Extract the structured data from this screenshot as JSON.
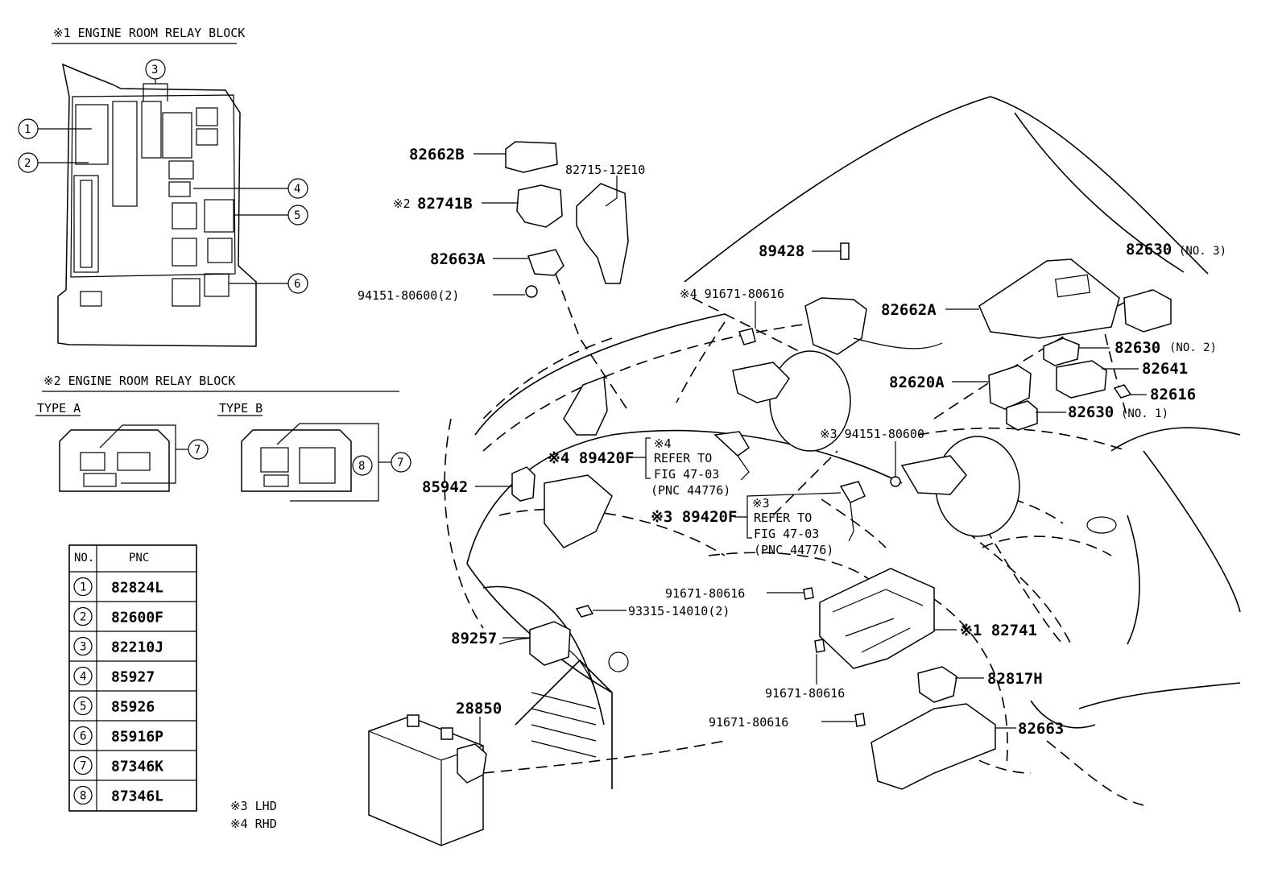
{
  "inset1": {
    "title": "※1 ENGINE ROOM RELAY BLOCK",
    "callouts": [
      "1",
      "2",
      "3",
      "4",
      "5",
      "6"
    ]
  },
  "inset2": {
    "title": "※2 ENGINE ROOM RELAY BLOCK",
    "type_a": "TYPE A",
    "type_b": "TYPE B",
    "callouts": [
      "7",
      "8",
      "7"
    ]
  },
  "table": {
    "header_no": "NO.",
    "header_pnc": "PNC",
    "rows": [
      {
        "no": "1",
        "pnc": "82824L"
      },
      {
        "no": "2",
        "pnc": "82600F"
      },
      {
        "no": "3",
        "pnc": "82210J"
      },
      {
        "no": "4",
        "pnc": "85927"
      },
      {
        "no": "5",
        "pnc": "85926"
      },
      {
        "no": "6",
        "pnc": "85916P"
      },
      {
        "no": "7",
        "pnc": "87346K"
      },
      {
        "no": "8",
        "pnc": "87346L"
      }
    ]
  },
  "notes": {
    "lhd": "※3 LHD",
    "rhd": "※4 RHD"
  },
  "labels": {
    "p82662b": "82662B",
    "p82741b_mark": "※2",
    "p82741b": "82741B",
    "p82715": "82715-12E10",
    "p82663a": "82663A",
    "p94151_2": "94151-80600(2)",
    "p89428": "89428",
    "p91671_top": "※4 91671-80616",
    "p82630_no3": "82630",
    "p82630_no3_sub": "(NO. 3)",
    "p82662a": "82662A",
    "p82630_no2": "82630",
    "p82630_no2_sub": "(NO. 2)",
    "p82641": "82641",
    "p82620a": "82620A",
    "p82616": "82616",
    "p82630_no1": "82630",
    "p82630_no1_sub": "(NO. 1)",
    "p94151_mid": "※3 94151-80600",
    "p89420f_rhd": "※4 89420F",
    "ref4_mark": "※4",
    "ref4_l1": "REFER TO",
    "ref4_l2": "FIG 47-03",
    "ref4_l3": "(PNC 44776)",
    "p85942": "85942",
    "p89420f_lhd": "※3 89420F",
    "ref3_mark": "※3",
    "ref3_l1": "REFER TO",
    "ref3_l2": "FIG 47-03",
    "ref3_l3": "(PNC 44776)",
    "p91671_a": "91671-80616",
    "p93315": "93315-14010(2)",
    "p82741": "※1 82741",
    "p89257": "89257",
    "p91671_b": "91671-80616",
    "p82817h": "82817H",
    "p28850": "28850",
    "p91671_c": "91671-80616",
    "p82663": "82663"
  }
}
